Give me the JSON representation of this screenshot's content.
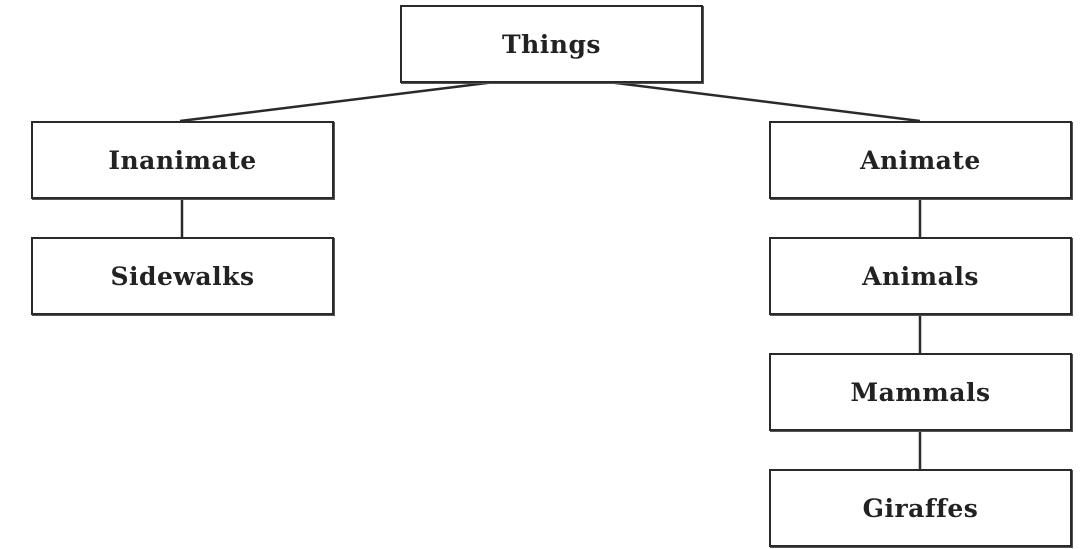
{
  "diagram": {
    "nodes": {
      "things": "Things",
      "inanimate": "Inanimate",
      "sidewalks": "Sidewalks",
      "animate": "Animate",
      "animals": "Animals",
      "mammals": "Mammals",
      "giraffes": "Giraffes"
    },
    "edges": [
      [
        "things",
        "inanimate"
      ],
      [
        "things",
        "animate"
      ],
      [
        "inanimate",
        "sidewalks"
      ],
      [
        "animate",
        "animals"
      ],
      [
        "animals",
        "mammals"
      ],
      [
        "mammals",
        "giraffes"
      ]
    ]
  },
  "colors": {
    "stroke": "#2a2a2a",
    "text": "#222222",
    "background": "#ffffff"
  }
}
